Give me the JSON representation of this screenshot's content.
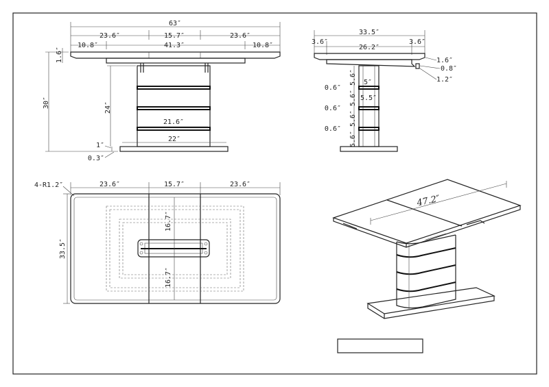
{
  "front": {
    "overall": "63″",
    "seg_left": "23.6″",
    "seg_mid": "15.7″",
    "seg_right": "23.6″",
    "ext_left": "10.8″",
    "ext_mid": "41.3″",
    "ext_right": "10.8″",
    "top_thick": "1.6″",
    "height": "30″",
    "pedestal_h": "24″",
    "pedestal_w": "21.6″",
    "base_w": "22″",
    "base_h": "1″",
    "base_off": "0.3″"
  },
  "side": {
    "overall": "33.5″",
    "left": "3.6″",
    "mid": "26.2″",
    "right": "3.6″",
    "r1": "1.6″",
    "r2": "0.8″",
    "r3": "1.2″",
    "c1": "5″",
    "c2": "5.5″",
    "gaps": [
      "0.6″",
      "0.6″",
      "0.6″"
    ],
    "segs": [
      "5.6″",
      "5.6″",
      "5.6″",
      "5.6″"
    ]
  },
  "plan": {
    "radius": "4-R1.2″",
    "seg_left": "23.6″",
    "seg_mid": "15.7″",
    "seg_right": "23.6″",
    "depth": "33.5″",
    "half_top": "16.7″",
    "half_bot": "16.7″"
  },
  "iso": {
    "diag": "47.2″"
  }
}
